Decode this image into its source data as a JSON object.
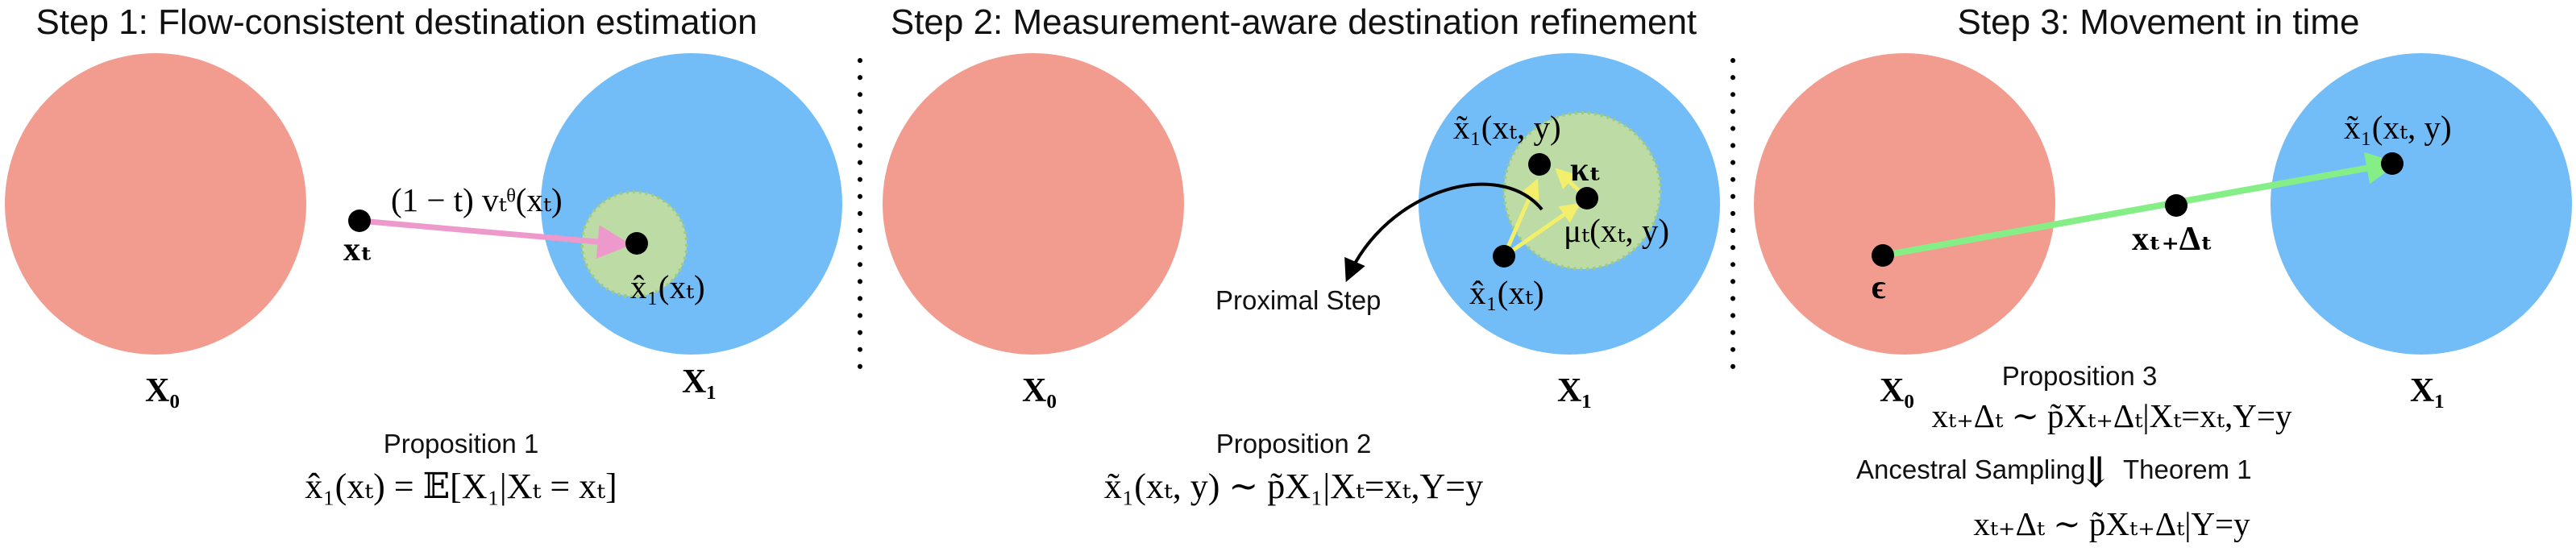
{
  "colors": {
    "source": "#f29c8f",
    "target": "#72bdf7",
    "region": "#bddba4",
    "region_border": "#9ec986",
    "arrow_flow": "#ee99cc",
    "arrow_refine": "#f3ef6a",
    "arrow_move": "#86ee86",
    "text": "#111111",
    "point": "#000000"
  },
  "panels": [
    {
      "title": "Step 1: Flow-consistent destination estimation",
      "x0_label": "X₀",
      "x1_label": "X₁",
      "xt_label": "xₜ",
      "arrow_label": "(1 − t) vₜᶿ(xₜ)",
      "est_label": "x̂₁(xₜ)",
      "prop_title": "Proposition 1",
      "prop_formula": "x̂₁(xₜ) = 𝔼[X₁|Xₜ = xₜ]"
    },
    {
      "title": "Step 2: Measurement-aware destination refinement",
      "x0_label": "X₀",
      "x1_label": "X₁",
      "refined_label": "x̃₁(xₜ, y)",
      "kappa_label": "κₜ",
      "mu_label": "μₜ(xₜ, y)",
      "est_label": "x̂₁(xₜ)",
      "proximal_label": "Proximal Step",
      "prop_title": "Proposition 2",
      "prop_formula": "x̃₁(xₜ, y) ∼ p̃X₁|Xₜ=xₜ,Y=y"
    },
    {
      "title": "Step 3: Movement in time",
      "x0_label": "X₀",
      "x1_label": "X₁",
      "eps_label": "ϵ",
      "next_label": "xₜ₊Δₜ",
      "refined_label": "x̃₁(xₜ, y)",
      "prop_title": "Proposition 3",
      "prop_formula": "xₜ₊Δₜ ∼ p̃Xₜ₊Δₜ|Xₜ=xₜ,Y=y",
      "ancestral_label": "Ancestral Sampling",
      "implies_symbol": "⇓",
      "theorem_label": "Theorem 1",
      "final_formula": "xₜ₊Δₜ ∼ p̃Xₜ₊Δₜ|Y=y"
    }
  ]
}
